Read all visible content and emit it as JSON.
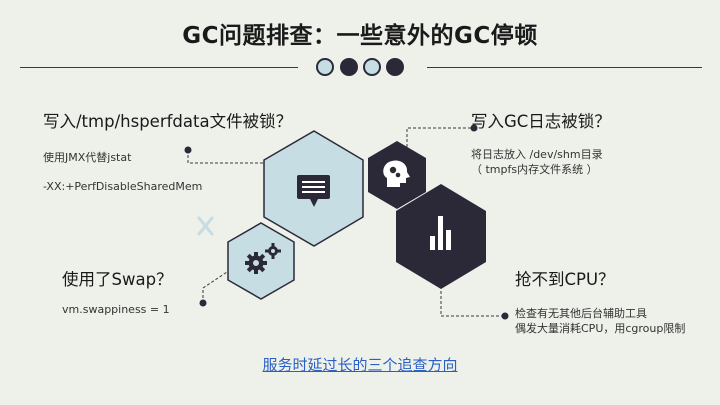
{
  "slide": {
    "title": "GC问题排查：一些意外的GC停顿",
    "blocks": {
      "tmp": {
        "heading": "写入/tmp/hsperfdata文件被锁？",
        "line1": "使用JMX代替jstat",
        "line2": "-XX:+PerfDisableSharedMem"
      },
      "gclog": {
        "heading": "写入GC日志被锁？",
        "line1": "将日志放入 /dev/shm目录",
        "line2": "（ tmpfs内存文件系统 ）"
      },
      "swap": {
        "heading": "使用了Swap？",
        "line1": "vm.swappiness = 1"
      },
      "cpu": {
        "heading": "抢不到CPU？",
        "line1": "检查有无其他后台辅助工具",
        "line2": "偶发大量消耗CPU，用cgroup限制"
      }
    },
    "footer_link": "服务时延过长的三个追查方向"
  },
  "colors": {
    "background": "#eef0ea",
    "hex_light": "#c5dde3",
    "hex_dark": "#2b2838",
    "link": "#2a5fc4"
  },
  "icons": [
    "chat-bubble-icon",
    "brain-gears-icon",
    "bar-chart-icon",
    "gears-icon",
    "tools-icon"
  ]
}
